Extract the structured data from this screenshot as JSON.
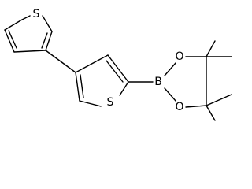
{
  "molecule": {
    "atoms": {
      "s_top": "S",
      "s_mid": "S",
      "boron": "B",
      "o_upper": "O",
      "o_lower": "O"
    }
  }
}
